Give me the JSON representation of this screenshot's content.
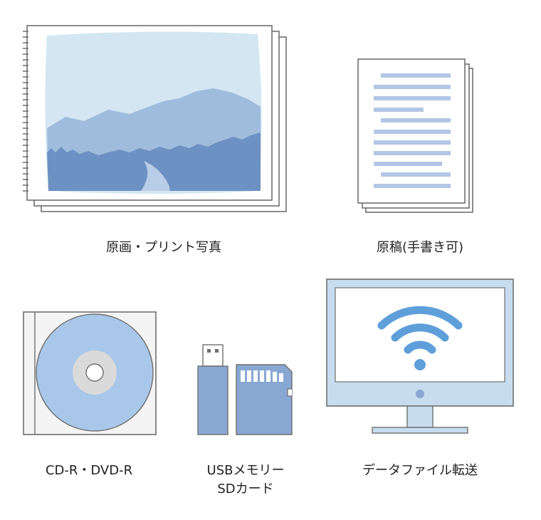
{
  "colors": {
    "sky": "#d3e6f2",
    "mountain_far": "#9fbcdc",
    "mountain_near": "#6d91c2",
    "road": "#b8cde6",
    "document_line": "#b3c6e5",
    "disc": "#a9c7e8",
    "device": "#89a7d3",
    "monitor_frame": "#c7dcef",
    "wifi": "#5e9fda",
    "outline": "#6f6f6f"
  },
  "items": {
    "photo": {
      "label": "原画・プリント写真",
      "icon": "photo-stack-icon"
    },
    "manuscript": {
      "label": "原稿(手書き可)",
      "icon": "document-icon"
    },
    "cd": {
      "label": "CD-R・DVD-R",
      "icon": "disc-icon"
    },
    "usb": {
      "label_line1": "USBメモリー",
      "label_line2": "SDカード",
      "icons": [
        "usb-drive-icon",
        "sd-card-icon"
      ]
    },
    "data": {
      "label": "データファイル転送",
      "icon": "monitor-wifi-icon"
    }
  }
}
